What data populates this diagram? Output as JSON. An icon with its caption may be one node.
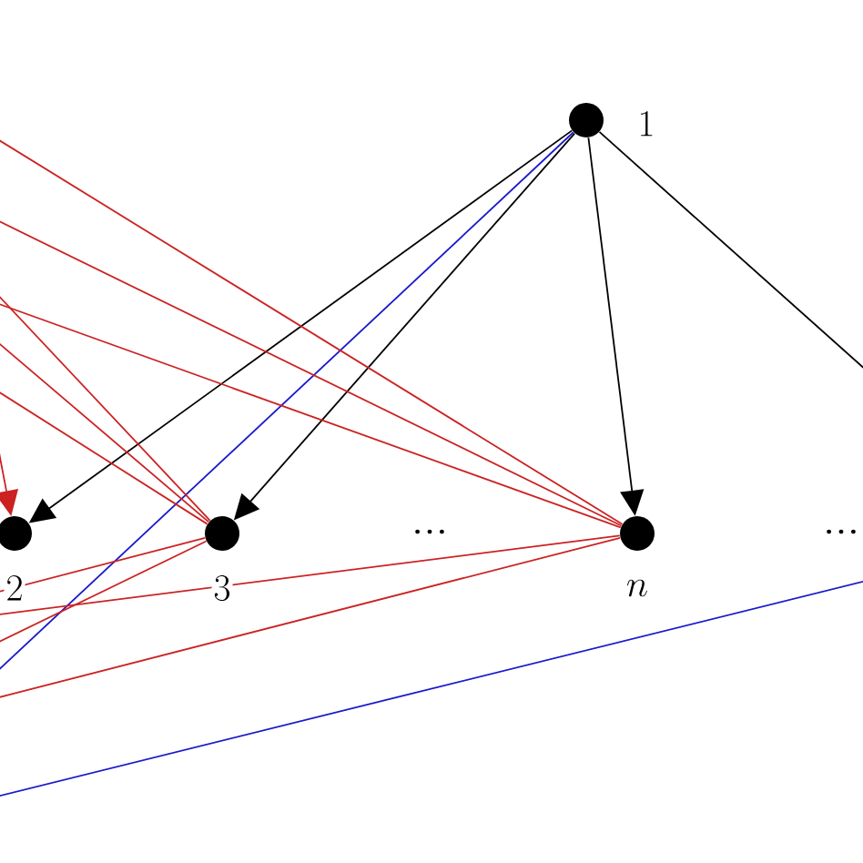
{
  "diagram": {
    "nodes": [
      {
        "text": [],
        "shape": "circle",
        "beside": [
          "1"
        ]
      },
      {
        "text": [],
        "shape": "circle",
        "beside": [
          "2"
        ]
      },
      {
        "text": [],
        "shape": "circle",
        "beside": [
          "3"
        ]
      },
      {
        "text": [],
        "shape": "circle",
        "beside": [
          "n"
        ]
      }
    ],
    "edges": [
      {
        "from": 0,
        "to": 1,
        "arrow": "to",
        "color": "#000000"
      },
      {
        "from": 0,
        "to": 2,
        "arrow": "to",
        "color": "#000000"
      },
      {
        "from": 0,
        "to": 3,
        "arrow": "to",
        "color": "#000000"
      },
      {
        "from": 0,
        "to": null,
        "arrow": "none",
        "color": "#000000"
      },
      {
        "from": 0,
        "to": null,
        "arrow": "none",
        "color": "#1a1acc"
      },
      {
        "from": null,
        "to": 1,
        "arrow": "to"
      },
      {
        "from": 2,
        "to": null,
        "arrow": "none"
      },
      {
        "from": 2,
        "to": null,
        "arrow": "none"
      },
      {
        "from": 2,
        "to": null,
        "arrow": "none"
      },
      {
        "from": 3,
        "to": null,
        "arrow": "none"
      },
      {
        "from": 3,
        "to": null,
        "arrow": "none"
      },
      {
        "from": 3,
        "to": null,
        "arrow": "none"
      },
      {
        "from": 2,
        "to": null,
        "arrow": "none"
      },
      {
        "from": 2,
        "to": null,
        "arrow": "none"
      },
      {
        "from": 3,
        "to": null,
        "arrow": "none"
      },
      {
        "from": 3,
        "to": null,
        "arrow": "none"
      }
    ],
    "labels": [
      "…",
      "…"
    ]
  }
}
